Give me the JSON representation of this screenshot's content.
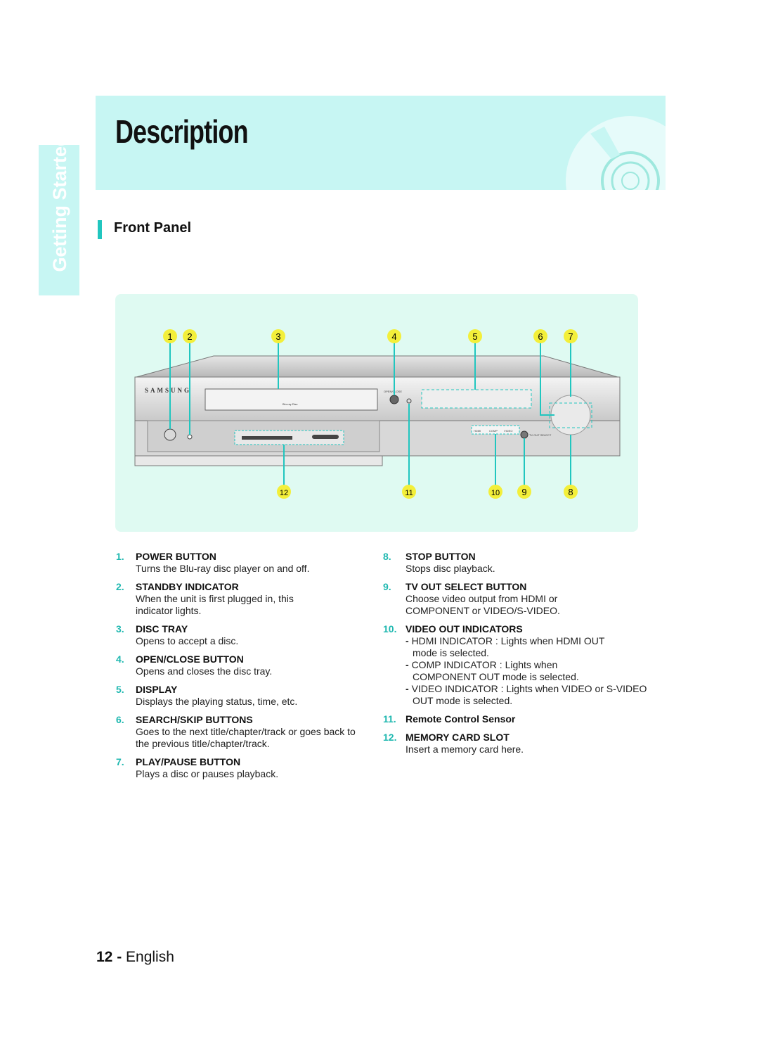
{
  "page": {
    "title": "Description",
    "side_tab": "Getting Started",
    "section": "Front Panel"
  },
  "figure": {
    "brand": "SAMSUNG",
    "callouts_top": [
      "1",
      "2",
      "3",
      "4",
      "5",
      "6",
      "7"
    ],
    "callouts_bottom": [
      "12",
      "11",
      "10",
      "9",
      "8"
    ],
    "panel_labels": {
      "open_close": "OPEN/CLOSE",
      "hdmi": "HDMI",
      "comp": "COMP",
      "video": "VIDEO",
      "tv_out_select": "TV OUT SELECT",
      "bluray_logo": "Blu-ray Disc"
    }
  },
  "items_left": [
    {
      "num": "1.",
      "name": "POWER BUTTON",
      "desc": "Turns the Blu-ray disc player on and off."
    },
    {
      "num": "2.",
      "name": "STANDBY INDICATOR",
      "desc": "When the unit is first plugged in, this indicator lights."
    },
    {
      "num": "3.",
      "name": "DISC TRAY",
      "desc": "Opens to accept a disc."
    },
    {
      "num": "4.",
      "name": "OPEN/CLOSE BUTTON",
      "desc": "Opens and closes the disc tray."
    },
    {
      "num": "5.",
      "name": "DISPLAY",
      "desc": "Displays the playing status, time, etc."
    },
    {
      "num": "6.",
      "name": "SEARCH/SKIP BUTTONS",
      "desc": "Goes to the next title/chapter/track or goes back to the previous title/chapter/track."
    },
    {
      "num": "7.",
      "name": "PLAY/PAUSE BUTTON",
      "desc": "Plays a disc or pauses playback."
    }
  ],
  "items_right": [
    {
      "num": "8.",
      "name": "STOP BUTTON",
      "desc": "Stops disc playback."
    },
    {
      "num": "9.",
      "name": "TV OUT SELECT BUTTON",
      "desc": "Choose video output from HDMI or COMPONENT or VIDEO/S-VIDEO."
    },
    {
      "num": "10.",
      "name": "VIDEO OUT INDICATORS",
      "bullets": [
        "HDMI INDICATOR : Lights when HDMI OUT mode is selected.",
        "COMP INDICATOR : Lights when COMPONENT OUT mode is selected.",
        "VIDEO INDICATOR : Lights when VIDEO or S-VIDEO OUT mode is selected."
      ]
    },
    {
      "num": "11.",
      "name": "Remote Control Sensor"
    },
    {
      "num": "12.",
      "name": "MEMORY CARD SLOT",
      "desc": "Insert a memory card here."
    }
  ],
  "footer": {
    "page_number": "12 -",
    "language": "English"
  },
  "colors": {
    "accent": "#1fb8b0",
    "band": "#c7f6f3",
    "figure_bg": "#dffaf2",
    "callout": "#f3ef3a"
  }
}
